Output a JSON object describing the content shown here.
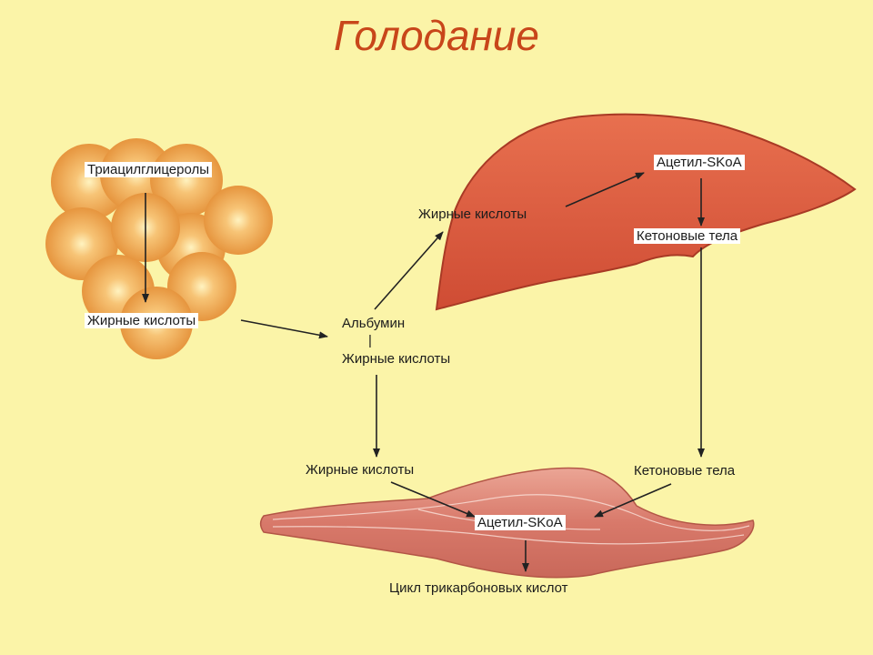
{
  "title": "Голодание",
  "colors": {
    "background": "#fbf4a8",
    "title": "#c8461a",
    "liver": "#db5a3f",
    "fat_cell": "#f1aa55",
    "muscle": "#e38b7c",
    "arrow": "#222222"
  },
  "adipose": {
    "triacylglycerols": "Триацилглицеролы",
    "fatty_acids": "Жирные кислоты"
  },
  "blood": {
    "albumin": "Альбумин",
    "bond": "|",
    "fatty_acids": "Жирные кислоты"
  },
  "liver": {
    "fatty_acids": "Жирные кислоты",
    "acetyl_scoa": "Ацетил-SKoA",
    "ketone_bodies": "Кетоновые тела"
  },
  "muscle": {
    "fatty_acids": "Жирные кислоты",
    "ketone_bodies": "Кетоновые тела",
    "acetyl_scoa": "Ацетил-SKoA",
    "tca_cycle": "Цикл трикарбоновых кислот"
  }
}
